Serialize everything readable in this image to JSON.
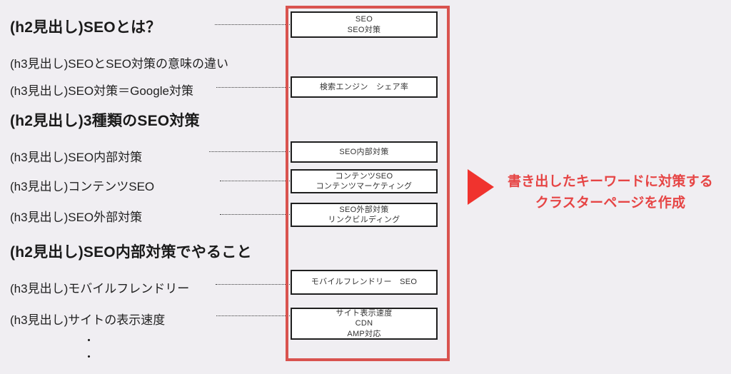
{
  "colors": {
    "background": "#f0eef2",
    "frame_red": "#d9534f",
    "triangle_red": "#f0332e",
    "callout_red": "#e64545",
    "box_border": "#1f1f1f",
    "text_dark": "#1a1a1a"
  },
  "outline": {
    "headings": [
      {
        "level": "h2",
        "text": "(h2見出し)SEOとは？"
      },
      {
        "level": "h3",
        "text": "(h3見出し)SEOとSEO対策の意味の違い"
      },
      {
        "level": "h3",
        "text": "(h3見出し)SEO対策＝Google対策"
      },
      {
        "level": "h2",
        "text": "(h2見出し)3種類のSEO対策"
      },
      {
        "level": "h3",
        "text": "(h3見出し)SEO内部対策"
      },
      {
        "level": "h3",
        "text": "(h3見出し)コンテンツSEO"
      },
      {
        "level": "h3",
        "text": "(h3見出し)SEO外部対策"
      },
      {
        "level": "h2",
        "text": "(h2見出し)SEO内部対策でやること"
      },
      {
        "level": "h3",
        "text": "(h3見出し)モバイルフレンドリー"
      },
      {
        "level": "h3",
        "text": "(h3見出し)サイトの表示速度"
      }
    ],
    "ellipsis": [
      "・",
      "・"
    ]
  },
  "keyword_boxes": [
    {
      "text": "SEO\nSEO対策"
    },
    {
      "text": "検索エンジン　シェア率"
    },
    {
      "text": "SEO内部対策"
    },
    {
      "text": "コンテンツSEO\nコンテンツマーケティング"
    },
    {
      "text": "SEO外部対策\nリンクビルディング"
    },
    {
      "text": "モバイルフレンドリー　SEO"
    },
    {
      "text": "サイト表示速度\nCDN\nAMP対応"
    }
  ],
  "callout": {
    "text": "書き出したキーワードに対策する\nクラスターページを作成"
  }
}
